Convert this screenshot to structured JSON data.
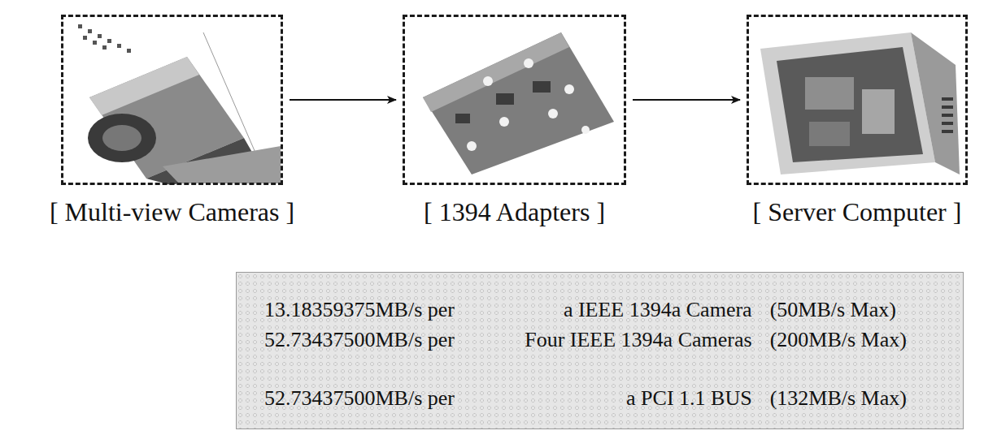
{
  "diagram": {
    "nodes": [
      {
        "text": [
          "[ Multi-view Cameras ]"
        ]
      },
      {
        "text": [
          "[ 1394 Adapters ]"
        ]
      },
      {
        "text": [
          "[ Server Computer ]"
        ]
      },
      {
        "text": [
          "13.18359375MB/s per",
          "a IEEE 1394a Camera",
          "(50MB/s Max)",
          "52.73437500MB/s per",
          "Four IEEE 1394a Cameras",
          "(200MB/s Max)",
          "52.73437500MB/s per",
          "a PCI 1.1 BUS",
          "(132MB/s Max)"
        ]
      }
    ],
    "edges": [
      {
        "from": 0,
        "to": 1,
        "arrow": "to"
      },
      {
        "from": 1,
        "to": 2,
        "arrow": "to"
      }
    ]
  }
}
